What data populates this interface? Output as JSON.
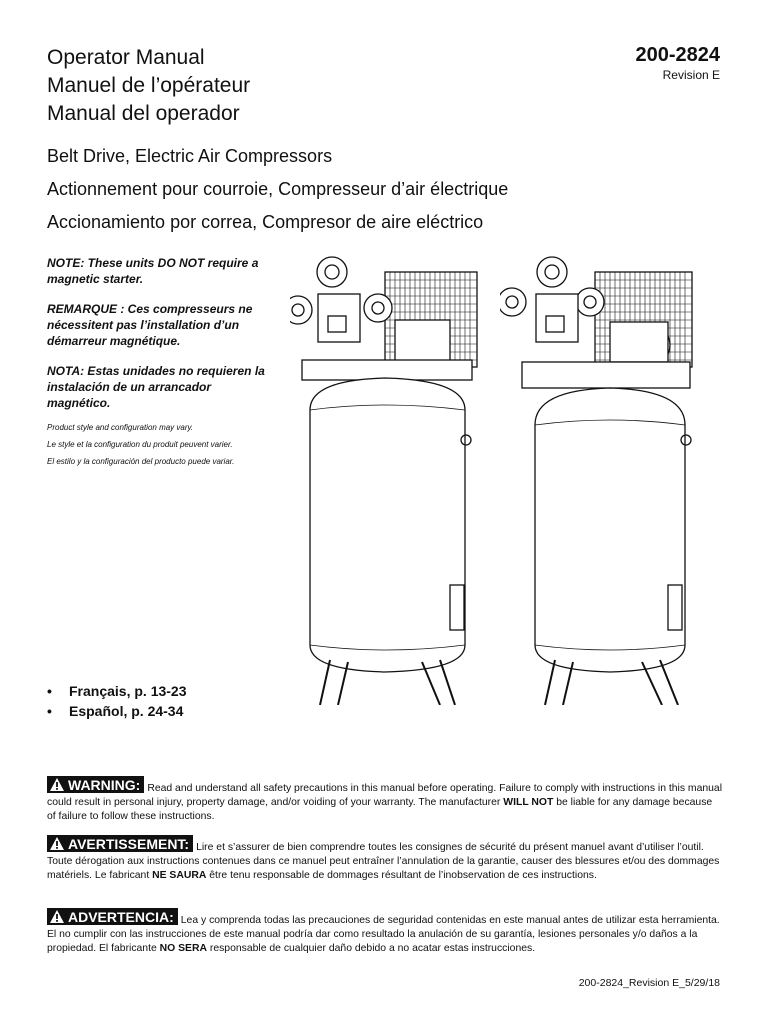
{
  "header": {
    "titles": [
      "Operator Manual",
      "Manuel de l’opérateur",
      "Manual del operador"
    ],
    "doc_number": "200-2824",
    "revision": "Revision E"
  },
  "subtitles": [
    "Belt Drive, Electric Air Compressors",
    "Actionnement pour courroie, Compresseur d’air électrique",
    "Accionamiento por correa, Compresor de aire eléctrico"
  ],
  "notes": [
    "NOTE: These units DO NOT require a magnetic starter.",
    "REMARQUE : Ces compresseurs ne nécessitent pas l’installation d’un démarreur magnétique.",
    "NOTA: Estas unidades no requieren la instalación de un arrancador magnético."
  ],
  "style_notes": [
    "Product style and configuration may vary.",
    "Le style et la configuration du produit peuvent varier.",
    "El estilo y la configuración del producto puede variar."
  ],
  "languages": [
    {
      "bullet": "•",
      "text": "Français, p. 13-23"
    },
    {
      "bullet": "•",
      "text": "Español, p. 24-34"
    }
  ],
  "warnings": [
    {
      "label": "WARNING:",
      "text_before": "Read and understand all safety precautions in this manual before operating. Failure to comply with instructions in this manual could result in personal injury, property damage, and/or voiding of your warranty. The manufacturer ",
      "emphasis": "WILL NOT",
      "text_after": " be liable for any damage because of failure to follow these instructions."
    },
    {
      "label": "AVERTISSEMENT:",
      "text_before": "Lire et s’assurer de bien comprendre toutes les consignes de sécurité du présent manuel avant d’utiliser l’outil. Toute dérogation aux instructions contenues dans ce manuel peut entraîner l’annulation de la garantie, causer des blessures et/ou des dommages matériels. Le fabricant ",
      "emphasis": "NE SAURA",
      "text_after": " être tenu responsable de dommages résultant de l’inobservation de ces instructions."
    },
    {
      "label": "ADVERTENCIA:",
      "text_before": "Lea y comprenda todas las precauciones de seguridad contenidas en este manual antes de utilizar esta herramienta. El no cumplir con las instrucciones de este manual podría dar como resultado la anulación de su garantía, lesiones personales y/o daños a la propiedad. El fabricante ",
      "emphasis": "NO SERA",
      "text_after": " responsable de cualquier daño debido a no acatar estas instrucciones."
    }
  ],
  "footer": "200-2824_Revision E_5/29/18",
  "icons": {
    "warning": "warning-triangle-icon"
  }
}
